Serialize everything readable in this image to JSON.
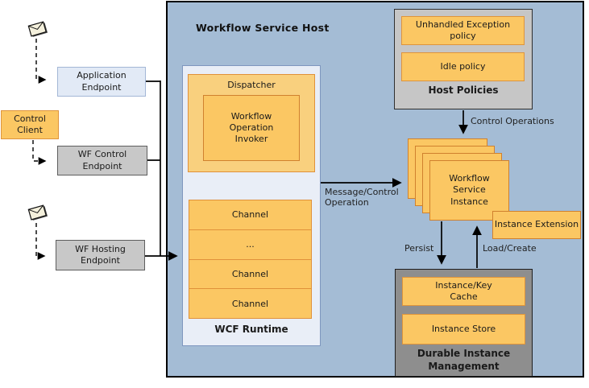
{
  "panel_title": "Workflow Service Host",
  "left": {
    "application_endpoint": "Application Endpoint",
    "control_client": "Control Client",
    "wf_control_endpoint": "WF Control Endpoint",
    "wf_hosting_endpoint": "WF Hosting Endpoint"
  },
  "wcf_runtime": {
    "label": "WCF Runtime",
    "dispatcher_label": "Dispatcher",
    "invoker": "Workflow Operation Invoker",
    "channels": [
      "Channel",
      "...",
      "Channel",
      "Channel"
    ]
  },
  "host_policies": {
    "label": "Host Policies",
    "unhandled_exception": "Unhandled Exception policy",
    "idle": "Idle policy"
  },
  "workflow_instance": {
    "card_label": "Workflow Service Instance",
    "extension_label": "Instance Extension"
  },
  "durable": {
    "label": "Durable Instance Management",
    "cache": "Instance/Key Cache",
    "store": "Instance Store"
  },
  "connector_labels": {
    "control_operations": "Control Operations",
    "message_control": "Message/Control Operation",
    "persist": "Persist",
    "load_create": "Load/Create"
  },
  "icons": {
    "top_left": "message-envelope-icon",
    "bottom_left": "message-envelope-icon"
  },
  "colors": {
    "panel_blue": "#A4BCD5",
    "container_blue": "#E9EEF7",
    "endpoint_blue": "#E2EAF6",
    "orange_fill": "#FBC763",
    "orange_border": "#DF943B",
    "dispatcher_fill": "#F9D07E",
    "gray_light": "#C6C6C6",
    "gray_dark": "#8E8E8E",
    "line_black": "#000000"
  }
}
